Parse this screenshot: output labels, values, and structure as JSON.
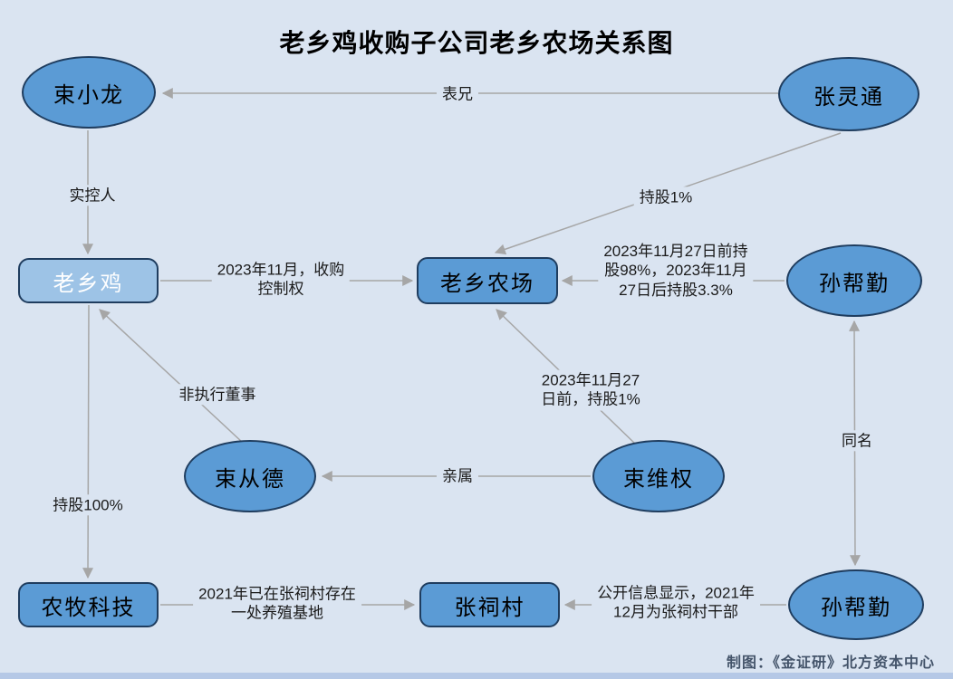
{
  "title": "老乡鸡收购子公司老乡农场关系图",
  "credit": "制图：《金证研》北方资本中心",
  "colors": {
    "background": "#dae4f1",
    "node_fill": "#5b9bd5",
    "node_fill_light": "#9dc3e6",
    "node_border": "#1f3d5f",
    "arrow": "#a6a6a6",
    "footer_bar": "#b5c8e6",
    "credit_color": "#44546a"
  },
  "nodes": {
    "shu_xiaolong": "束小龙",
    "zhang_lingtong": "张灵通",
    "laoxiangji": "老乡鸡",
    "laoxiang_nongchang": "老乡农场",
    "sun_bangqin_upper": "孙帮勤",
    "shu_congde": "束从德",
    "shu_weiquan": "束维权",
    "nongmu_keji": "农牧科技",
    "zhangci_cun": "张祠村",
    "sun_bangqin_lower": "孙帮勤"
  },
  "edges": {
    "cousin": "表兄",
    "actual_controller": "实控人",
    "holds_1pct": "持股1%",
    "acquisition": "2023年11月，收购\n控制权",
    "sun_holdings": "2023年11月27日前持\n股98%，2023年11月\n27日后持股3.3%",
    "weiquan_holdings": "2023年11月27\n日前，持股1%",
    "non_exec_director": "非执行董事",
    "relatives": "亲属",
    "holds_100pct": "持股100%",
    "same_name": "同名",
    "breeding_base": "2021年已在张祠村存在\n一处养殖基地",
    "village_cadre": "公开信息显示，2021年\n12月为张祠村干部"
  }
}
